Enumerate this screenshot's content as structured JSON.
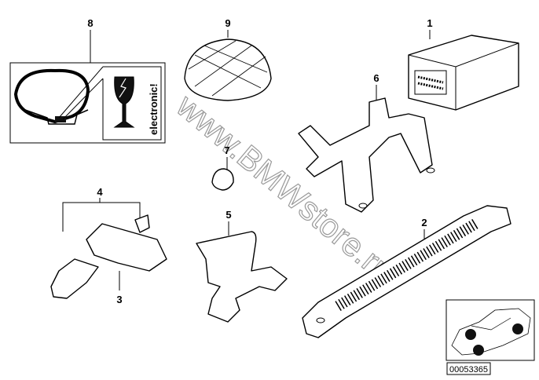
{
  "diagram": {
    "watermark": "www.BMWstore.ru",
    "labels": {
      "p1": "1",
      "p2": "2",
      "p3": "3",
      "p4": "4",
      "p5": "5",
      "p6": "6",
      "p7": "7",
      "p8": "8",
      "p9": "9"
    },
    "sticker_text": "electronic!",
    "image_code": "00053365"
  }
}
